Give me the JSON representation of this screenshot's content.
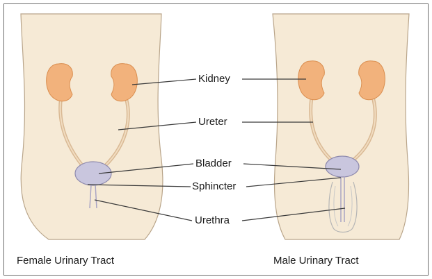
{
  "labels": {
    "kidney": "Kidney",
    "ureter": "Ureter",
    "bladder": "Bladder",
    "sphincter": "Sphincter",
    "urethra": "Urethra"
  },
  "captions": {
    "female": "Female Urinary Tract",
    "male": "Male Urinary Tract"
  },
  "colors": {
    "body": "#f6ead6",
    "kidney": "#f2b27c",
    "ureter": "#e8c9a5",
    "bladder": "#c9c6de",
    "leader": "#3a3a3a",
    "border": "#6b6b6b"
  }
}
